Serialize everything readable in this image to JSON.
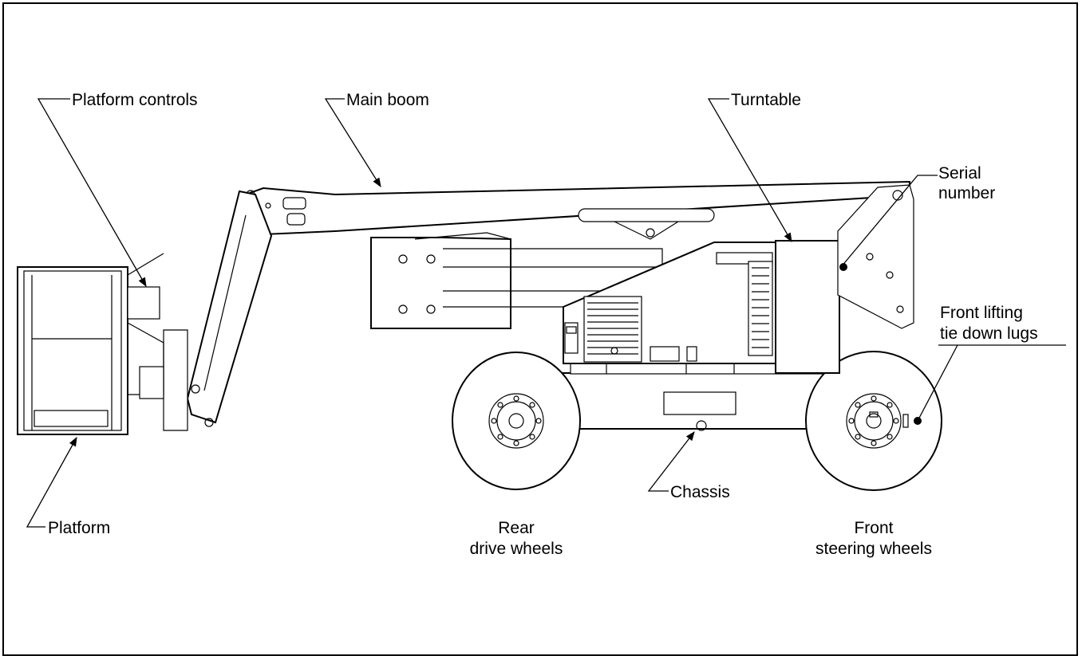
{
  "labels": {
    "platform_controls": "Platform controls",
    "main_boom": "Main boom",
    "turntable": "Turntable",
    "serial_1": "Serial",
    "serial_2": "number",
    "front_lifting_1": "Front lifting",
    "front_lifting_2": "tie down lugs",
    "platform": "Platform",
    "chassis": "Chassis",
    "rear_1": "Rear",
    "rear_2": "drive wheels",
    "front_1": "Front",
    "front_2": "steering wheels"
  }
}
